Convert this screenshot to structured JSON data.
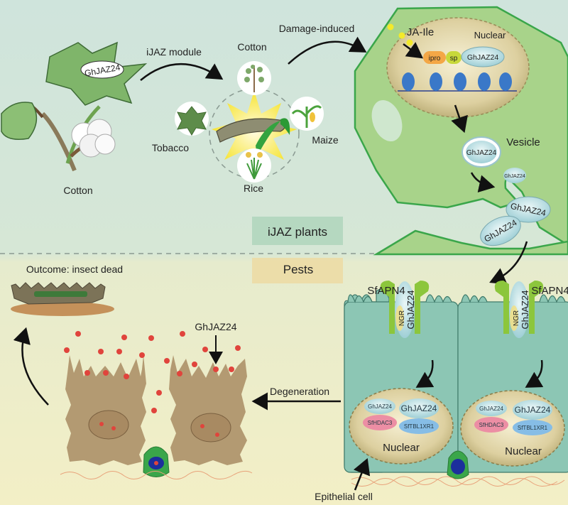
{
  "diagram": {
    "colors": {
      "plant_bg": "#cfe4dc",
      "pest_bg": "#f2efc8",
      "cell_green": "#a8d38a",
      "cell_outline": "#3aa64a",
      "epithelial": "#8cc6b4",
      "nucleus": "#d9cc96",
      "dead_cell": "#b39a72",
      "red_dot": "#e0443c",
      "protein": "#bfe3e6"
    },
    "top": {
      "source_plant_label": "Cotton",
      "leaf_gene_label": "GhJAZ24",
      "module_arrow_label": "iJAZ module",
      "crops": {
        "cotton": "Cotton",
        "tobacco": "Tobacco",
        "maize": "Maize",
        "rice": "Rice"
      },
      "damage_arrow_label": "Damage-induced",
      "jaile_label": "JA-Ile",
      "nucleus_label": "Nuclear",
      "construct": {
        "ipro": "ipro",
        "sp": "sp",
        "gene": "GhJAZ24"
      },
      "vesicle_label": "Vesicle",
      "vesicle_protein": "GhJAZ24",
      "budding_protein": "GhJAZ24",
      "secreted_proteins": [
        "GhJAZ24",
        "GhJAZ24"
      ],
      "section_label": "iJAZ plants"
    },
    "bottom": {
      "section_label": "Pests",
      "outcome_label": "Outcome: insect dead",
      "gene_pointer_label": "GhJAZ24",
      "degeneration_label": "Degeneration",
      "epithelial_label": "Epithelial cell",
      "cells": [
        {
          "receptor_label": "SfAPN4",
          "ngr": "NGR",
          "bound_protein": "GhJAZ24",
          "nucleus_label": "Nuclear",
          "complex": [
            "GhJAZ24",
            "GhJAZ24",
            "SfHDAC3",
            "SfTBL1XR1"
          ]
        },
        {
          "receptor_label": "SfAPN4",
          "ngr": "NGR",
          "bound_protein": "GhJAZ24",
          "nucleus_label": "Nuclear",
          "complex": [
            "GhJAZ24",
            "GhJAZ24",
            "SfHDAC3",
            "SfTBL1XR1"
          ]
        }
      ]
    }
  }
}
